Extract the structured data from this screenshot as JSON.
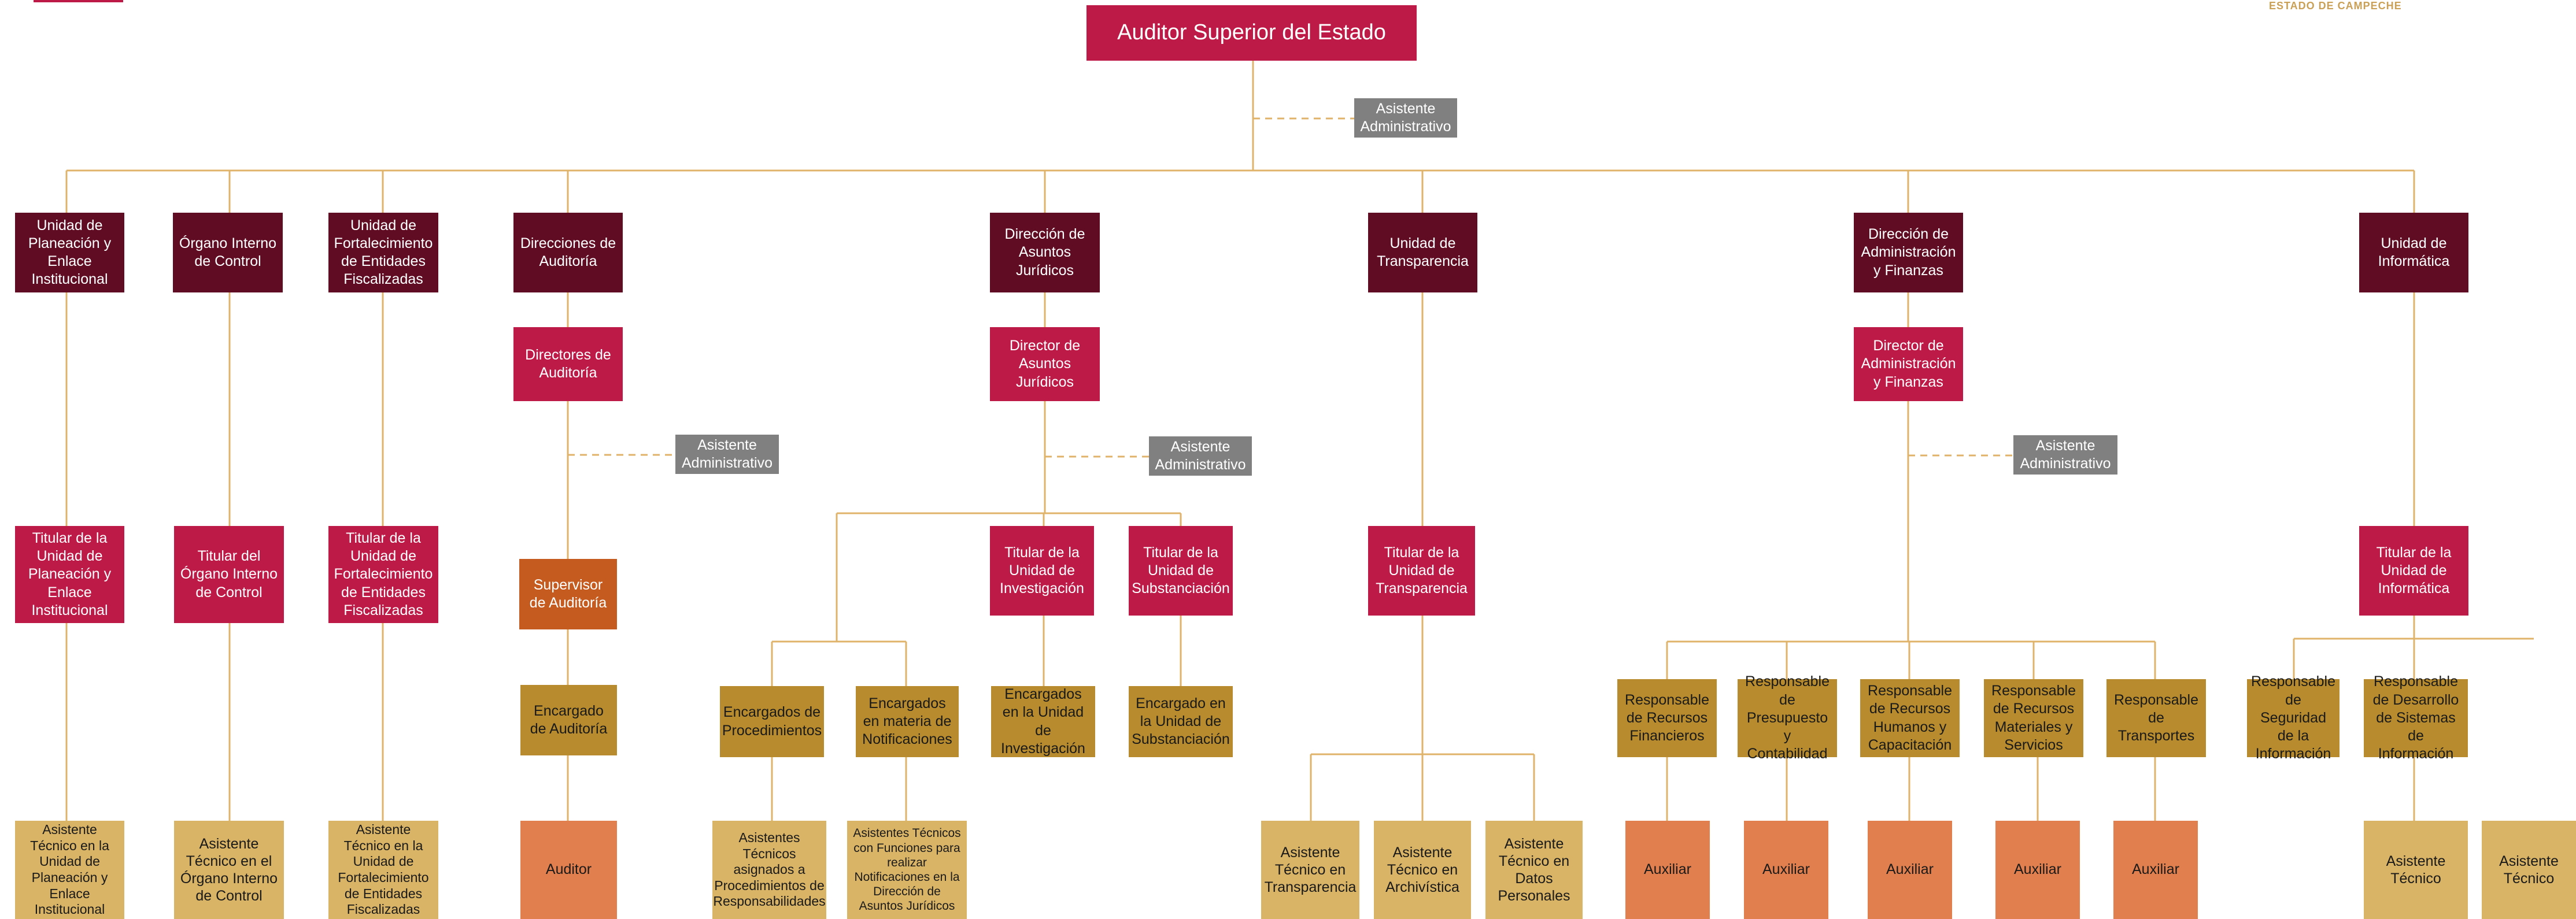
{
  "header": {
    "logo_right_text": "ESTADO DE CAMPECHE"
  },
  "colors": {
    "dark": "#600d24",
    "red": "#bd1a47",
    "grey": "#808080",
    "rust": "#c55b1f",
    "gold": "#b78b2e",
    "sand": "#d9b467",
    "salmon": "#e17f4e",
    "line": "#e0b36a"
  },
  "org": {
    "top": "Auditor Superior del Estado",
    "asistente_top": "Asistente Administrativo",
    "planeacion": {
      "unit": "Unidad de Planeación y Enlace Institucional",
      "titular": "Titular de la Unidad de Planeación y Enlace Institucional",
      "asistente": "Asistente Técnico en la Unidad  de Planeación y Enlace Institucional"
    },
    "control": {
      "unit": "Órgano Interno de Control",
      "titular": "Titular  del Órgano Interno de Control",
      "asistente": "Asistente Técnico en el Órgano Interno de Control"
    },
    "fortalecimiento": {
      "unit": "Unidad de Fortalecimiento de Entidades Fiscalizadas",
      "titular": "Titular de la Unidad de Fortalecimiento de Entidades Fiscalizadas",
      "asistente": "Asistente Técnico en la Unidad de Fortalecimiento de Entidades Fiscalizadas"
    },
    "auditoria": {
      "unit": "Direcciones de Auditoría",
      "directores": "Directores de Auditoría",
      "asistente": "Asistente Administrativo",
      "supervisor": "Supervisor de Auditoría",
      "encargado": "Encargado de Auditoría",
      "auditor": "Auditor"
    },
    "juridicos": {
      "unit": "Dirección de Asuntos Jurídicos",
      "director": "Director de Asuntos Jurídicos",
      "asistente": "Asistente Administrativo",
      "titular_investigacion": "Titular de la Unidad de Investigación",
      "titular_substanciacion": "Titular de la Unidad de Substanciación",
      "enc_procedimientos": "Encargados de Procedimientos",
      "enc_notificaciones": "Encargados en materia de Notificaciones",
      "enc_investigacion": "Encargados en la Unidad de Investigación",
      "enc_substanciacion": "Encargado en la Unidad de Substanciación",
      "asist_procedimientos": "Asistentes Técnicos asignados a Procedimientos de Responsabilidades",
      "asist_notificaciones": "Asistentes Técnicos con Funciones para realizar Notificaciones en la Dirección de Asuntos Jurídicos"
    },
    "transparencia": {
      "unit": "Unidad de Transparencia",
      "titular": "Titular de la Unidad de Transparencia",
      "asist_transparencia": "Asistente Técnico en Transparencia",
      "asist_archivistica": "Asistente Técnico en Archivística",
      "asist_datos": "Asistente Técnico en Datos Personales"
    },
    "finanzas": {
      "unit": "Dirección de Administración y Finanzas",
      "director": "Director de Administración y Finanzas",
      "asistente": "Asistente Administrativo",
      "resp_financieros": "Responsable de Recursos Financieros",
      "resp_presupuesto": "Responsable de Presupuesto y Contabilidad",
      "resp_humanos": "Responsable de Recursos Humanos y Capacitación",
      "resp_materiales": "Responsable de Recursos Materiales y Servicios",
      "resp_transportes": "Responsable de Transportes",
      "auxiliar": "Auxiliar"
    },
    "informatica": {
      "unit": "Unidad de Informática",
      "titular": "Titular de la Unidad de Informática",
      "resp_seguridad": "Responsable de Seguridad de la Información",
      "resp_desarrollo": "Responsable de Desarrollo de Sistemas de Información",
      "asistente_tecnico": "Asistente Técnico"
    }
  }
}
